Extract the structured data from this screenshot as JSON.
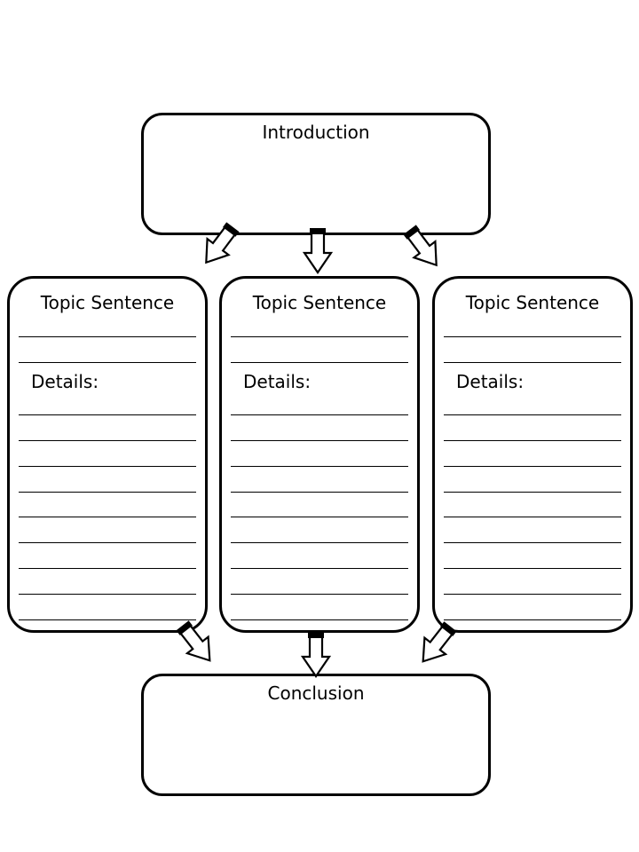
{
  "introduction": {
    "title": "Introduction"
  },
  "conclusion": {
    "title": "Conclusion"
  },
  "columns": [
    {
      "title": "Topic Sentence",
      "details_label": "Details:"
    },
    {
      "title": "Topic Sentence",
      "details_label": "Details:"
    },
    {
      "title": "Topic Sentence",
      "details_label": "Details:"
    }
  ],
  "colors": {
    "stroke": "#000000",
    "fill": "#ffffff"
  }
}
